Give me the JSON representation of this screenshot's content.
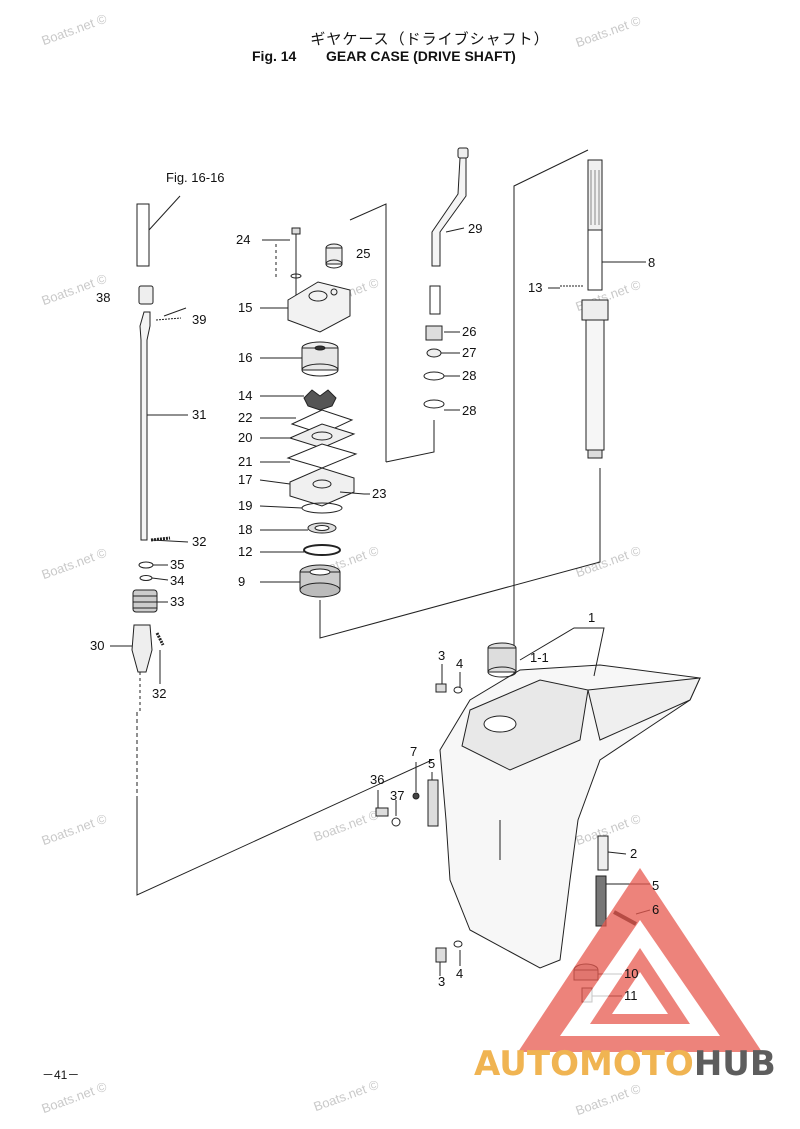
{
  "header": {
    "title_jp": "ギヤケース（ドライブシャフト）",
    "fig_number": "Fig. 14",
    "fig_title": "GEAR CASE (DRIVE SHAFT)"
  },
  "reference": "Fig. 16-16",
  "page_number": "－41－",
  "watermark_text": "Boats.net ©",
  "logo": {
    "part1": "AUTO",
    "part2": "MOTO",
    "part3": "HUB",
    "color_primary": "#f0b452",
    "color_secondary": "#5d5d5d",
    "triangle_color": "#e85a50"
  },
  "part_labels": [
    "1",
    "1-1",
    "2",
    "3",
    "3",
    "4",
    "4",
    "5",
    "5",
    "6",
    "7",
    "8",
    "9",
    "10",
    "11",
    "12",
    "13",
    "14",
    "15",
    "16",
    "17",
    "18",
    "19",
    "20",
    "21",
    "22",
    "23",
    "24",
    "25",
    "26",
    "27",
    "28",
    "28",
    "29",
    "30",
    "31",
    "32",
    "32",
    "33",
    "34",
    "35",
    "36",
    "37",
    "38",
    "39"
  ]
}
